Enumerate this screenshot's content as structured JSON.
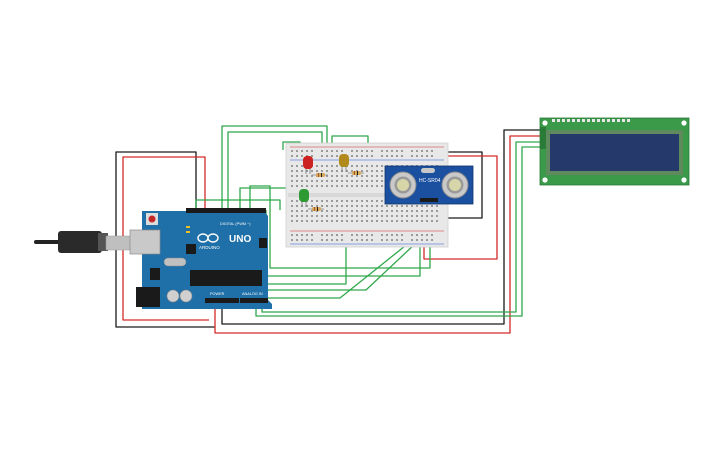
{
  "arduino": {
    "model_label": "UNO",
    "brand_label": "ARDUINO",
    "digital_label": "DIGITAL (PWM ~)",
    "power_label": "POWER",
    "analog_label": "ANALOG IN",
    "board_color": "#1f6fa8"
  },
  "sensor": {
    "model_label": "HC-SR04",
    "board_color": "#1b4fa0"
  },
  "lcd": {
    "screen_color": "#26396b",
    "board_color": "#3a9a4a"
  },
  "leds": [
    {
      "color_name": "red",
      "color": "#cc2222"
    },
    {
      "color_name": "yellow",
      "color": "#b08a1a"
    },
    {
      "color_name": "green",
      "color": "#2e9a32"
    }
  ],
  "wire_colors": {
    "green": "#2fa84a",
    "red": "#d42a2a",
    "black": "#1a1a1a"
  }
}
